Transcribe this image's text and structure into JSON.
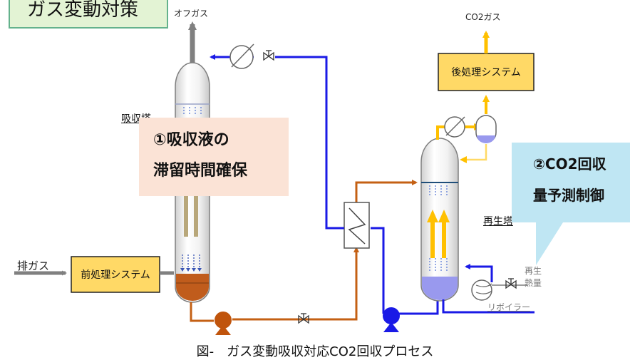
{
  "title": "ガス変動対策",
  "labels": {
    "off_gas": "オフガス",
    "co2_gas": "CO2ガス",
    "absorber": "吸収塔",
    "regenerator": "再生塔",
    "exhaust_gas": "排ガス",
    "reboiler": "リボイラー",
    "regen_heat_line1": "再生",
    "regen_heat_line2": "熱量"
  },
  "boxes": {
    "pretreatment": "前処理システム",
    "posttreatment": "後処理システム"
  },
  "notes": {
    "note1_line1": "①吸収液の",
    "note1_line2": "滞留時間確保",
    "note2_line1": "②CO2回収",
    "note2_line2": "量予測制御"
  },
  "caption": "図-　ガス変動吸収対応CO2回収プロセス",
  "colors": {
    "blue_line": "#1a1ae6",
    "brown_line": "#c46014",
    "gray_line": "#808080",
    "yellow_line": "#ffc000",
    "box_fill": "#ffd966",
    "liquid_brown": "#c05c1c",
    "liquid_purple": "#9999ee",
    "pump_brown": "#c0540c",
    "pump_blue": "#1a1ae6"
  }
}
